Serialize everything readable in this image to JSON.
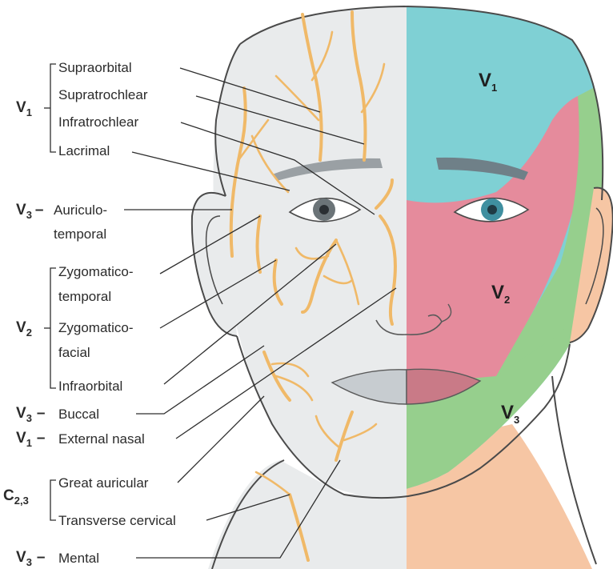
{
  "zones": [
    {
      "letter": "V",
      "sub": "1",
      "color": "#7fd0d4"
    },
    {
      "letter": "V",
      "sub": "2",
      "color": "#e58b9c"
    },
    {
      "letter": "V",
      "sub": "3",
      "color": "#96cf8d"
    }
  ],
  "colors": {
    "skin_left": "#e9ebec",
    "neck_right": "#f6c6a4",
    "nerve": "#f0b968",
    "outline": "#4a4a4a"
  },
  "groups": {
    "v1_top": {
      "letter": "V",
      "sub": "1"
    },
    "v3_auriculo": {
      "letter": "V",
      "sub": "3",
      "dash": "–"
    },
    "v2_mid": {
      "letter": "V",
      "sub": "2"
    },
    "v3_buccal": {
      "letter": "V",
      "sub": "3",
      "dash": "–"
    },
    "v1_nasal": {
      "letter": "V",
      "sub": "1",
      "dash": "–"
    },
    "c23": {
      "letter": "C",
      "sub": "2,3"
    },
    "v3_mental": {
      "letter": "V",
      "sub": "3",
      "dash": "–"
    }
  },
  "labels": {
    "supraorbital": "Supraorbital",
    "supratrochlear": "Supratrochlear",
    "infratrochlear": "Infratrochlear",
    "lacrimal": "Lacrimal",
    "auriculo_1": "Auriculo-",
    "auriculo_2": "temporal",
    "zygomaticotemporal_1": "Zygomatico-",
    "zygomaticotemporal_2": "temporal",
    "zygomaticofacial_1": "Zygomatico-",
    "zygomaticofacial_2": "facial",
    "infraorbital": "Infraorbital",
    "buccal": "Buccal",
    "external_nasal": "External nasal",
    "great_auricular": "Great auricular",
    "transverse_cervical": "Transverse cervical",
    "mental": "Mental"
  }
}
